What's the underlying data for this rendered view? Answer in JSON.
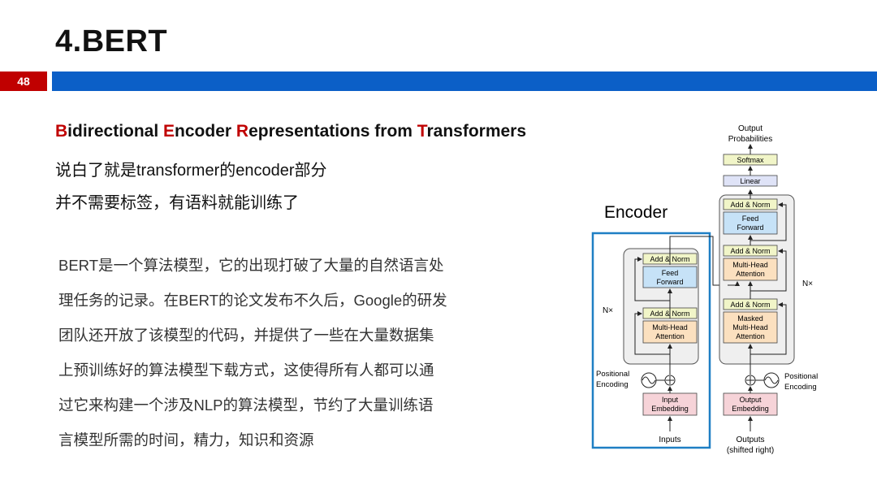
{
  "slide": {
    "title": "4.BERT",
    "page_number": "48"
  },
  "content": {
    "acronym": [
      {
        "letter": "B",
        "rest": "idirectional "
      },
      {
        "letter": "E",
        "rest": "ncoder "
      },
      {
        "letter": "R",
        "rest": "epresentations from "
      },
      {
        "letter": "T",
        "rest": "ransformers"
      }
    ],
    "intro_lines": [
      "说白了就是transformer的encoder部分",
      "并不需要标签，有语料就能训练了"
    ],
    "paragraph_lines": [
      "BERT是一个算法模型，它的出现打破了大量的自然语言处",
      "理任务的记录。在BERT的论文发布不久后，Google的研发",
      "团队还开放了该模型的代码，并提供了一些在大量数据集",
      "上预训练好的算法模型下载方式，这使得所有人都可以通",
      "过它来构建一个涉及NLP的算法模型，节约了大量训练语",
      "言模型所需的时间，精力，知识和资源"
    ]
  },
  "diagram": {
    "encoder_label": "Encoder",
    "output_probabilities": [
      "Output",
      "Probabilities"
    ],
    "softmax": "Softmax",
    "linear": "Linear",
    "add_norm": "Add & Norm",
    "feed_forward": [
      "Feed",
      "Forward"
    ],
    "multi_head_attention": [
      "Multi-Head",
      "Attention"
    ],
    "masked_multi_head_attention": [
      "Masked",
      "Multi-Head",
      "Attention"
    ],
    "nx": "N×",
    "positional_encoding": [
      "Positional",
      "Encoding"
    ],
    "input_embedding": [
      "Input",
      "Embedding"
    ],
    "output_embedding": [
      "Output",
      "Embedding"
    ],
    "inputs": "Inputs",
    "outputs": [
      "Outputs",
      "(shifted right)"
    ],
    "colors": {
      "encoder_frame": "#1f7fc4",
      "add_norm_fill": "#f1f5c8",
      "feed_forward_fill": "#c6e2f7",
      "attention_fill": "#fbe0bf",
      "embedding_fill": "#f6d3d8",
      "linear_fill": "#dfe3f7",
      "block_fill": "#efefef"
    }
  }
}
